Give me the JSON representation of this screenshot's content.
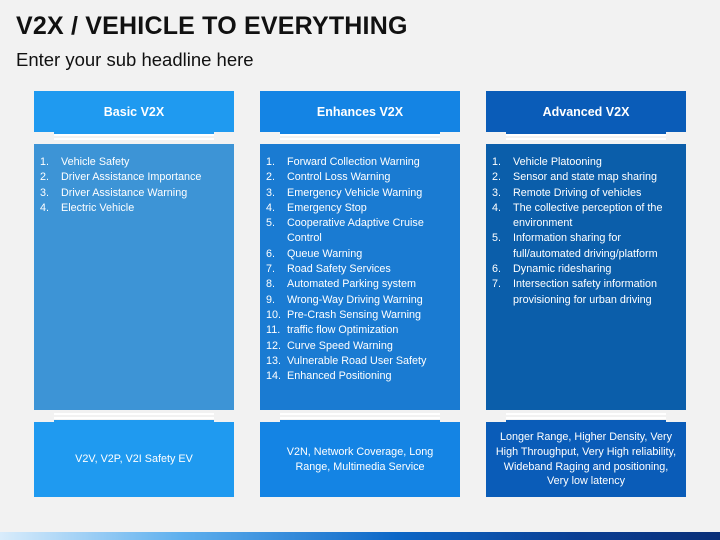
{
  "slide": {
    "title": "V2X / VEHICLE TO EVERYTHING",
    "subtitle": "Enter your sub headline here"
  },
  "columns": [
    {
      "header": "Basic V2X",
      "items": [
        {
          "num": "1.",
          "text": "Vehicle Safety"
        },
        {
          "num": "2.",
          "text": "Driver Assistance Importance"
        },
        {
          "num": "3.",
          "text": "Driver Assistance Warning"
        },
        {
          "num": "4.",
          "text": "Electric Vehicle"
        }
      ],
      "footer": "V2V, V2P, V2I Safety EV"
    },
    {
      "header": "Enhances V2X",
      "items": [
        {
          "num": "1.",
          "text": "Forward Collection Warning"
        },
        {
          "num": "2.",
          "text": "Control Loss Warning"
        },
        {
          "num": "3.",
          "text": "Emergency Vehicle Warning"
        },
        {
          "num": "4.",
          "text": "Emergency Stop"
        },
        {
          "num": "5.",
          "text": "Cooperative Adaptive Cruise Control"
        },
        {
          "num": "6.",
          "text": "Queue Warning"
        },
        {
          "num": "7.",
          "text": "Road Safety Services"
        },
        {
          "num": "8.",
          "text": "Automated Parking system"
        },
        {
          "num": "9.",
          "text": "Wrong-Way Driving Warning"
        },
        {
          "num": "10.",
          "text": "Pre-Crash Sensing Warning"
        },
        {
          "num": "11.",
          "text": "traffic flow Optimization"
        },
        {
          "num": "12.",
          "text": "Curve Speed Warning"
        },
        {
          "num": "13.",
          "text": "Vulnerable Road User Safety"
        },
        {
          "num": "14.",
          "text": "Enhanced Positioning"
        }
      ],
      "footer": "V2N, Network  Coverage, Long Range, Multimedia Service"
    },
    {
      "header": "Advanced V2X",
      "items": [
        {
          "num": "1.",
          "text": "Vehicle Platooning"
        },
        {
          "num": "2.",
          "text": "Sensor and state map sharing"
        },
        {
          "num": "3.",
          "text": "Remote Driving of vehicles"
        },
        {
          "num": "4.",
          "text": "The collective perception of the environment"
        },
        {
          "num": "5.",
          "text": "Information sharing for full/automated driving/platform"
        },
        {
          "num": "6.",
          "text": "Dynamic  ridesharing"
        },
        {
          "num": "7.",
          "text": "Intersection safety information provisioning for urban driving"
        }
      ],
      "footer": "Longer Range, Higher Density, Very High Throughput, Very High reliability, Wideband Raging and positioning, Very low latency"
    }
  ],
  "colors": {
    "basic": "#1f9af0",
    "enhances": "#1484e4",
    "advanced": "#0a5cb8"
  }
}
